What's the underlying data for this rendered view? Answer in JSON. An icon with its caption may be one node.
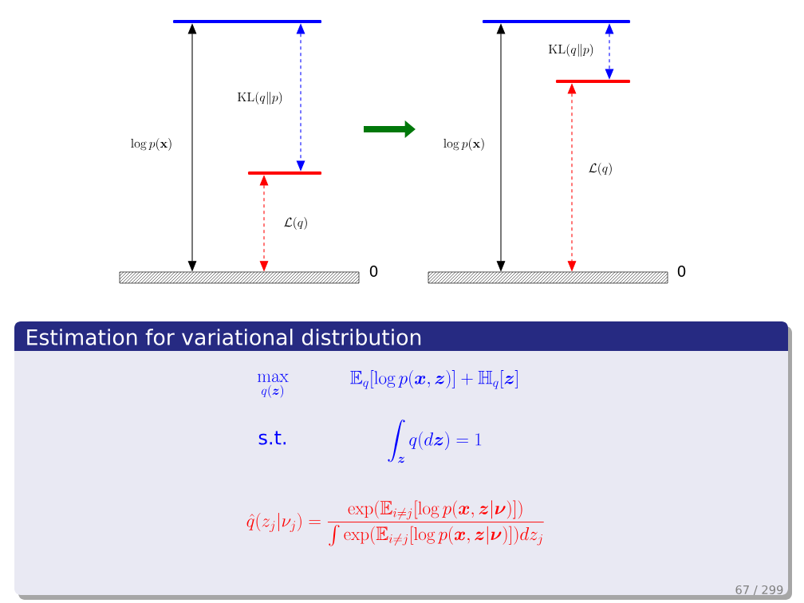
{
  "diagram": {
    "nodes": [
      {
        "text": [],
        "shape": "bar"
      },
      {
        "text": [],
        "shape": "bar"
      },
      {
        "text": [],
        "shape": "bar",
        "beside": [
          "0"
        ]
      },
      {
        "text": [],
        "shape": "bar"
      },
      {
        "text": [],
        "shape": "bar"
      },
      {
        "text": [],
        "shape": "bar",
        "beside": [
          "0"
        ]
      },
      {
        "text": [
          "Estimation for variational distribution",
          "\\max_{q(\\boldsymbol{z})}",
          "\\mathbb{E}_q[\\log p(\\boldsymbol{x},\\boldsymbol{z})]+\\mathbb{H}_q[\\boldsymbol{z}]",
          "s.t.",
          "\\int_{\\boldsymbol{z}} q(d\\boldsymbol{z})=1",
          "\\hat{q}(z_j|\\nu_j)=\\frac{\\exp(\\mathbb{E}_{i\\neq j}[\\log p(\\boldsymbol{x},\\boldsymbol{z}|\\boldsymbol{\\nu})])}{\\int\\exp(\\mathbb{E}_{i\\neq j}[\\log p(\\boldsymbol{x},\\boldsymbol{z}|\\boldsymbol{\\nu})])dz_j}"
        ]
      }
    ],
    "edges": [
      {
        "from": 0,
        "to": 2,
        "arrow": "both",
        "label": "\\log p(\\mathbf{x})"
      },
      {
        "from": 0,
        "to": 1,
        "arrow": "both",
        "label": "\\mathrm{KL}(q\\|p)",
        "style": "dashed",
        "color": "#0000ff"
      },
      {
        "from": 1,
        "to": 2,
        "arrow": "both",
        "label": "\\mathcal{L}(q)",
        "style": "dashed",
        "color": "#ff0000"
      },
      {
        "from": 3,
        "to": 5,
        "arrow": "both",
        "label": "\\log p(\\mathbf{x})"
      },
      {
        "from": 3,
        "to": 4,
        "arrow": "both",
        "label": "\\mathrm{KL}(q\\|p)",
        "style": "dashed",
        "color": "#0000ff"
      },
      {
        "from": 4,
        "to": 5,
        "arrow": "both",
        "label": "\\mathcal{L}(q)",
        "style": "dashed",
        "color": "#ff0000"
      }
    ],
    "labels": [
      "67 / 299"
    ]
  }
}
